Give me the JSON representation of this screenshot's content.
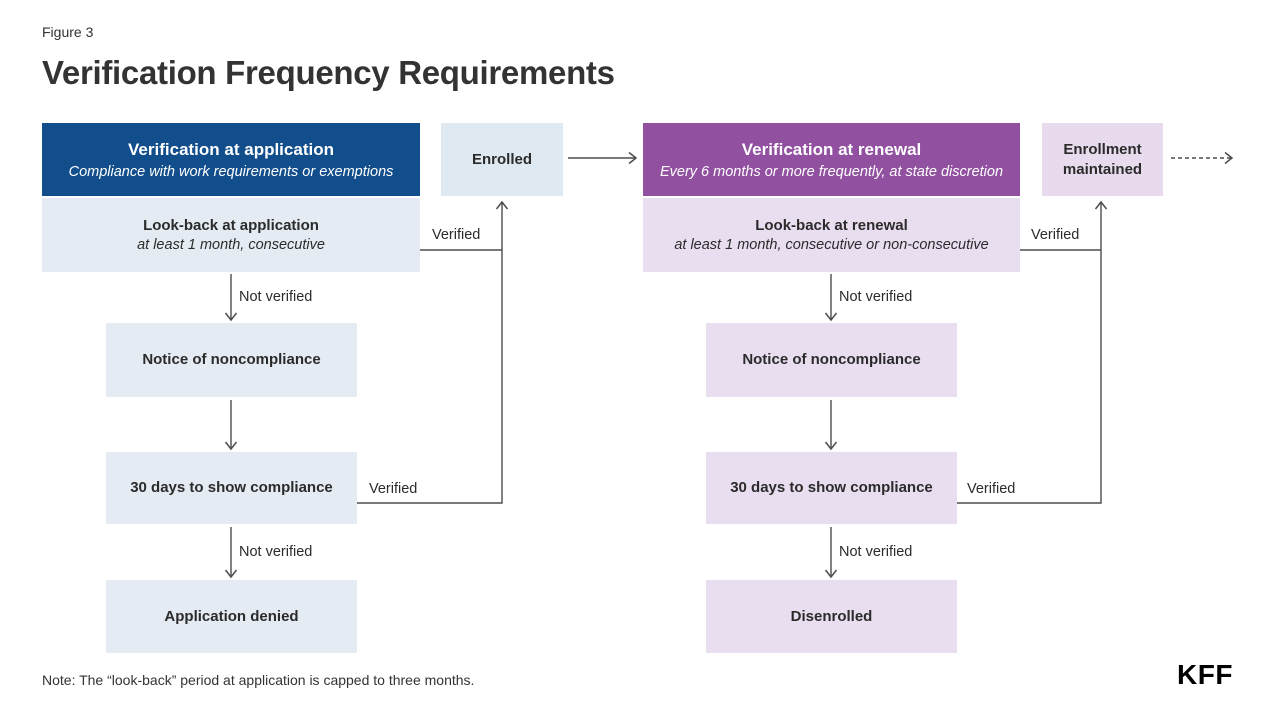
{
  "figure": {
    "label": "Figure 3",
    "title": "Verification Frequency Requirements",
    "note": "Note: The “look-back” period at application is capped to three months.",
    "brand": "KFF"
  },
  "labels": {
    "verified": "Verified",
    "not_verified": "Not verified"
  },
  "top_row": {
    "enrolled": "Enrolled",
    "enrollment_maintained": "Enrollment maintained"
  },
  "application_flow": {
    "header_title": "Verification at application",
    "header_subtitle": "Compliance with work requirements or exemptions",
    "lookback_title": "Look-back at application",
    "lookback_subtitle": "at least 1 month, consecutive",
    "step_notice": "Notice of noncompliance",
    "step_compliance": "30 days to show compliance",
    "step_final": "Application denied"
  },
  "renewal_flow": {
    "header_title": "Verification at renewal",
    "header_subtitle": "Every 6 months or more frequently, at state discretion",
    "lookback_title": "Look-back at renewal",
    "lookback_subtitle": "at least 1 month, consecutive or non-consecutive",
    "step_notice": "Notice of noncompliance",
    "step_compliance": "30 days to show compliance",
    "step_final": "Disenrolled"
  },
  "colors": {
    "application_header_bg": "#114e8b",
    "renewal_header_bg": "#9150a0",
    "application_light_bg": "#e5ebf3",
    "renewal_light_bg": "#e9def0",
    "enrolled_bg": "#dfe9f1",
    "enrollment_maintained_bg": "#e7dbed",
    "connector": "#4d4d4d",
    "text": "#2b2b2b"
  }
}
